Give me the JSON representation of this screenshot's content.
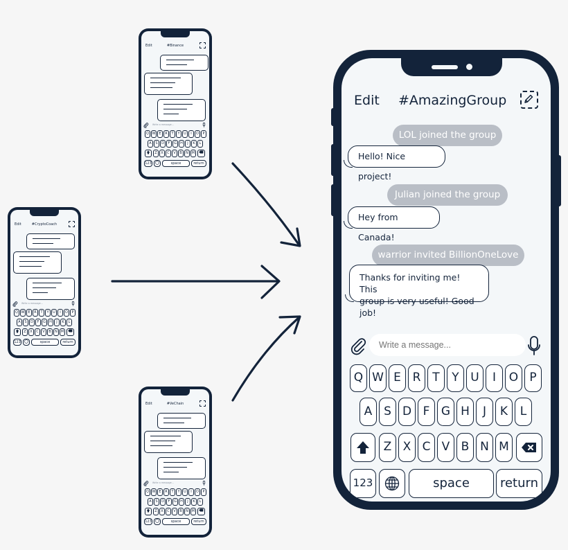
{
  "main_chat": {
    "edit_label": "Edit",
    "group_title": "#AmazingGroup",
    "compose_icon": "compose-icon",
    "messages": [
      {
        "kind": "system",
        "text": "LOL joined the group"
      },
      {
        "kind": "incoming",
        "text": "Hello! Nice project!"
      },
      {
        "kind": "system",
        "text": "Julian joined the group"
      },
      {
        "kind": "incoming",
        "text": "Hey from Canada!"
      },
      {
        "kind": "system",
        "text": "warrior invited BillionOneLove"
      },
      {
        "kind": "incoming",
        "lines": [
          "Thanks for inviting me! This",
          "group is very useful! Good job!"
        ]
      }
    ],
    "composer": {
      "placeholder": "Write a message...",
      "attach_icon": "paperclip-icon",
      "mic_icon": "microphone-icon"
    },
    "keyboard": {
      "row1": [
        "Q",
        "W",
        "E",
        "R",
        "T",
        "Y",
        "U",
        "I",
        "O",
        "P"
      ],
      "row2": [
        "A",
        "S",
        "D",
        "F",
        "G",
        "H",
        "J",
        "K",
        "L"
      ],
      "row3": [
        "Z",
        "X",
        "C",
        "V",
        "B",
        "N",
        "M"
      ],
      "shift_icon": "shift-arrow-icon",
      "backspace_icon": "backspace-icon",
      "numbers_label": "123",
      "globe_icon": "globe-icon",
      "space_label": "space",
      "return_label": "return"
    }
  },
  "source_chats": [
    {
      "title": "#Binance"
    },
    {
      "title": "#CryptoCoach"
    },
    {
      "title": "#VeChain"
    }
  ],
  "mini_common": {
    "edit_label": "Edit",
    "placeholder": "Write a message...",
    "numbers_label": "123",
    "space_label": "space",
    "return_label": "return"
  },
  "colors": {
    "navy": "#13233a",
    "screen_bg": "#f4f7f9",
    "system_pill": "#b9bec6",
    "page_bg": "#f6f6f6"
  }
}
